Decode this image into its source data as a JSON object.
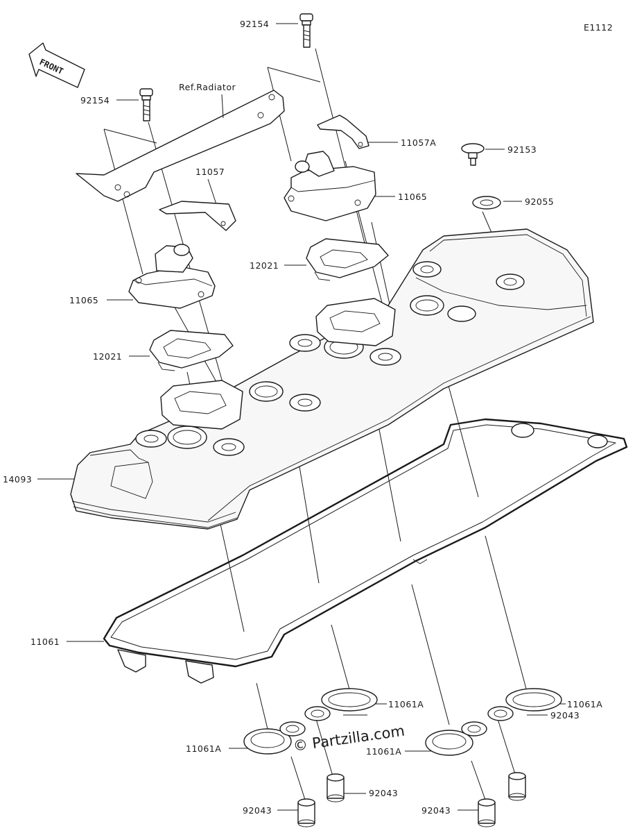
{
  "diagram_code": "E1112",
  "front_arrow_label": "FRONT",
  "reference_note": "Ref.Radiator",
  "watermark": "© Partzilla.com",
  "callouts": {
    "bolt_top": "92154",
    "bolt_left": "92154",
    "bracket_right": "11057A",
    "bracket_left": "11057",
    "bolt_right": "92153",
    "cap_right": "11065",
    "cap_left": "11065",
    "washer_right": "92055",
    "reed_right": "12021",
    "reed_left": "12021",
    "cover": "14093",
    "gasket_main": "11061",
    "plug_gasket_mid_right": "11061A",
    "plug_gasket_far_right": "11061A",
    "plug_gasket_left": "11061A",
    "plug_gasket_mid_left": "11061A",
    "collar_mid": "92043",
    "collar_right": "92043",
    "collar_left": "92043",
    "collar_mid_left": "92043"
  }
}
